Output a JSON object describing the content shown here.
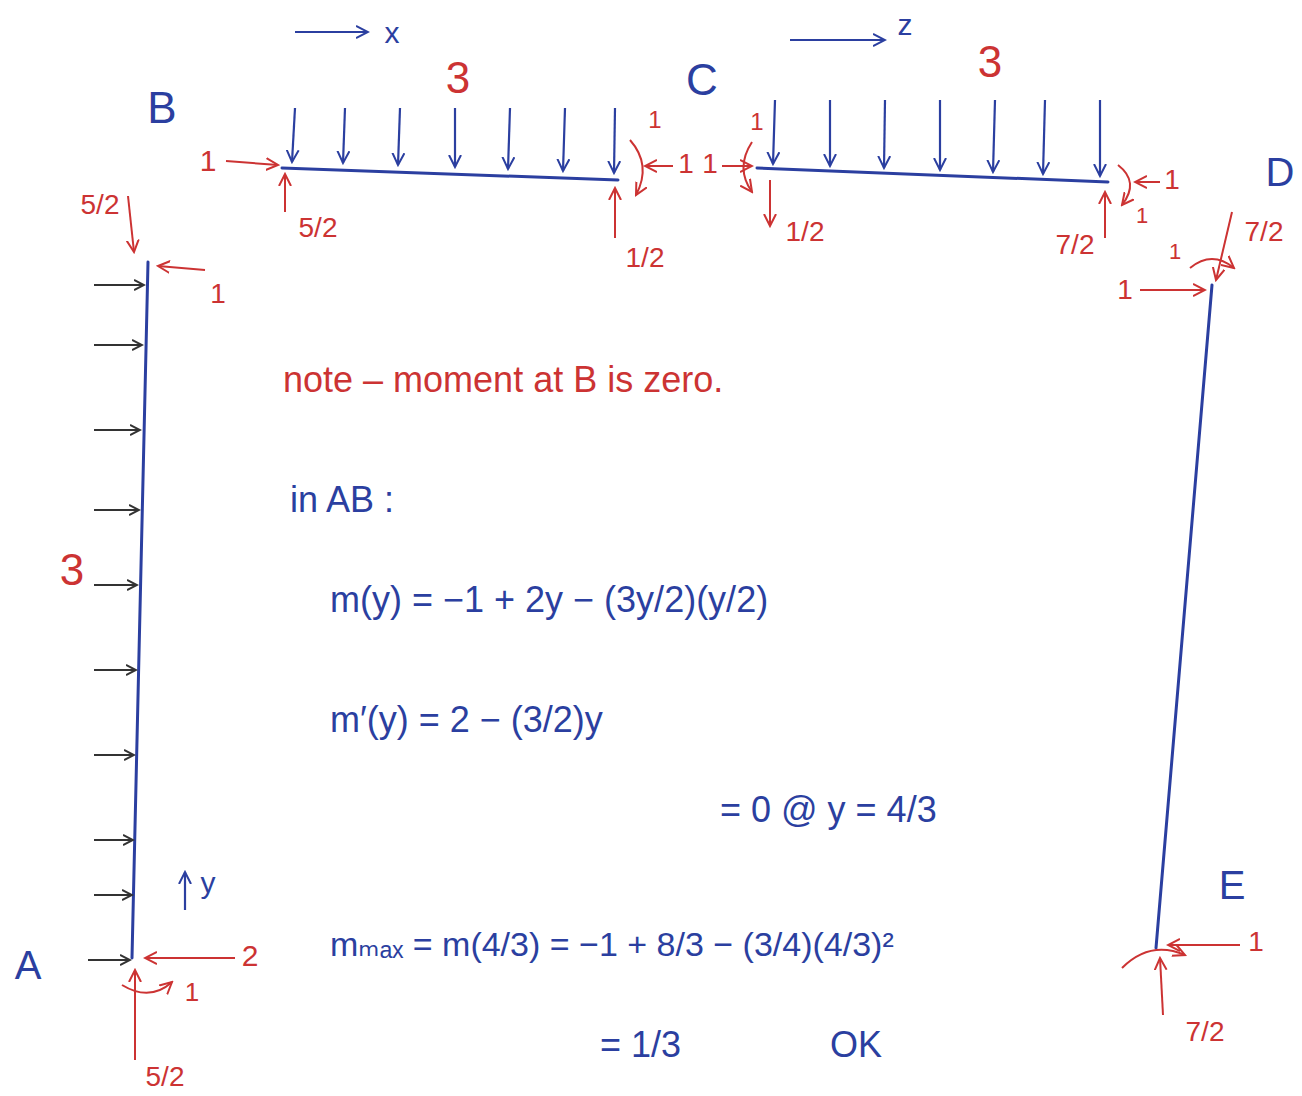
{
  "diagram": {
    "labels": [
      "x",
      "z",
      "B",
      "3",
      "C",
      "3",
      "D",
      "1",
      "5/2",
      "5/2",
      "1",
      "1",
      "1/2",
      "1",
      "1",
      "1/2",
      "7/2",
      "1",
      "1",
      "7/2",
      "1",
      "1",
      "1",
      "3",
      "note – moment at B is zero.",
      "in AB :",
      "m(y) = −1 + 2y − (3y/2)(y/2)",
      "m′(y) = 2 − (3/2)y",
      "= 0 @ y = 4/3",
      "mₘₐₓ = m(4/3) = −1 + 8/3 − (3/4)(4/3)²",
      "= 1/3",
      "OK",
      "y",
      "A",
      "2",
      "1",
      "5/2",
      "E",
      "1",
      "7/2"
    ]
  }
}
